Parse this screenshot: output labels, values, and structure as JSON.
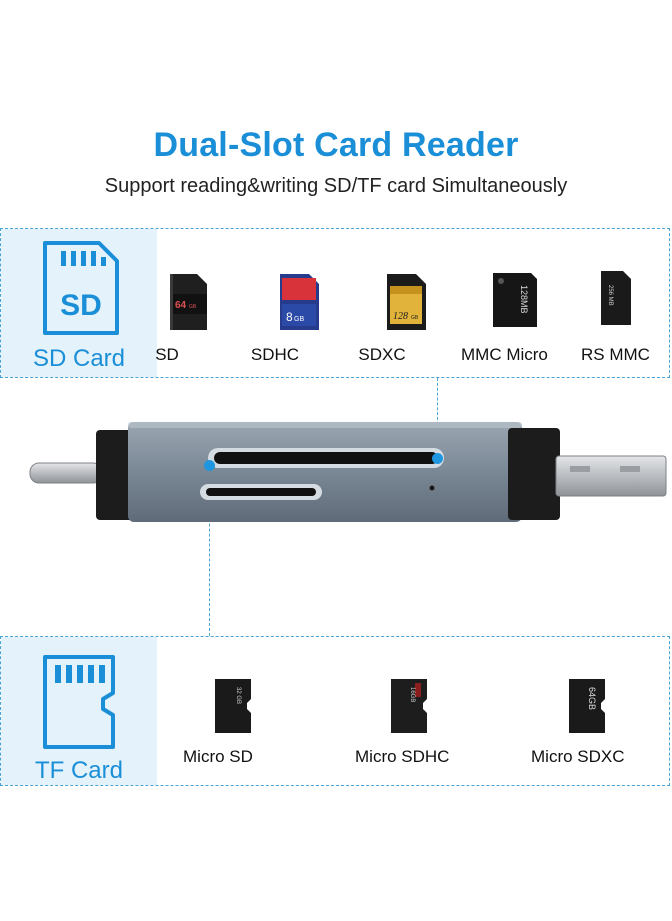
{
  "header": {
    "title": "Dual-Slot Card Reader",
    "subtitle": "Support reading&writing SD/TF card Simultaneously"
  },
  "sd_panel": {
    "caption": "SD Card",
    "icon_text": "SD",
    "cards": [
      {
        "label": "SD",
        "print": "64",
        "print_unit": "GB"
      },
      {
        "label": "SDHC",
        "print": "8",
        "print_unit": "GB"
      },
      {
        "label": "SDXC",
        "print": "128",
        "print_unit": "GB"
      },
      {
        "label": "MMC Micro",
        "print": "128MB"
      },
      {
        "label": "RS MMC",
        "print": "256 MB"
      }
    ]
  },
  "tf_panel": {
    "caption": "TF Card",
    "cards": [
      {
        "label": "Micro SD",
        "print": "32 GB"
      },
      {
        "label": "Micro SDHC",
        "print": "16GB"
      },
      {
        "label": "Micro SDXC",
        "print": "64GB"
      }
    ]
  },
  "colors": {
    "accent": "#1a8fd8",
    "panel_bg": "#e3f2fb",
    "dashed_border": "#4aa3d6",
    "reader_body": "#7d8a96"
  }
}
